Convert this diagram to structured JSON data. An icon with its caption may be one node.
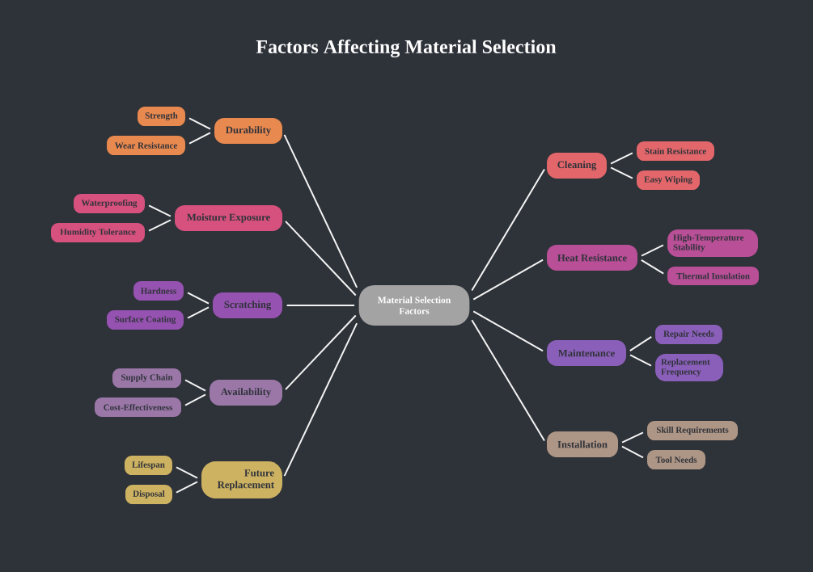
{
  "diagram": {
    "title": "Factors Affecting Material Selection",
    "nodes": [
      {
        "text": [
          "Material Selection Factors"
        ]
      },
      {
        "text": [
          "Durability"
        ]
      },
      {
        "text": [
          "Strength"
        ]
      },
      {
        "text": [
          "Wear Resistance"
        ]
      },
      {
        "text": [
          "Moisture Exposure"
        ]
      },
      {
        "text": [
          "Waterproofing"
        ]
      },
      {
        "text": [
          "Humidity Tolerance"
        ]
      },
      {
        "text": [
          "Scratching"
        ]
      },
      {
        "text": [
          "Hardness"
        ]
      },
      {
        "text": [
          "Surface Coating"
        ]
      },
      {
        "text": [
          "Availability"
        ]
      },
      {
        "text": [
          "Supply Chain"
        ]
      },
      {
        "text": [
          "Cost-Effectiveness"
        ]
      },
      {
        "text": [
          "Future Replacement"
        ]
      },
      {
        "text": [
          "Lifespan"
        ]
      },
      {
        "text": [
          "Disposal"
        ]
      },
      {
        "text": [
          "Cleaning"
        ]
      },
      {
        "text": [
          "Stain Resistance"
        ]
      },
      {
        "text": [
          "Easy Wiping"
        ]
      },
      {
        "text": [
          "Heat Resistance"
        ]
      },
      {
        "text": [
          "High-Temperature Stability"
        ]
      },
      {
        "text": [
          "Thermal Insulation"
        ]
      },
      {
        "text": [
          "Maintenance"
        ]
      },
      {
        "text": [
          "Repair Needs"
        ]
      },
      {
        "text": [
          "Replacement Frequency"
        ]
      },
      {
        "text": [
          "Installation"
        ]
      },
      {
        "text": [
          "Skill Requirements"
        ]
      },
      {
        "text": [
          "Tool Needs"
        ]
      }
    ],
    "edges": [
      {
        "from": 0,
        "to": 1,
        "arrow": "none"
      },
      {
        "from": 1,
        "to": 2,
        "arrow": "none"
      },
      {
        "from": 1,
        "to": 3,
        "arrow": "none"
      },
      {
        "from": 0,
        "to": 4,
        "arrow": "none"
      },
      {
        "from": 4,
        "to": 5,
        "arrow": "none"
      },
      {
        "from": 4,
        "to": 6,
        "arrow": "none"
      },
      {
        "from": 0,
        "to": 7,
        "arrow": "none"
      },
      {
        "from": 7,
        "to": 8,
        "arrow": "none"
      },
      {
        "from": 7,
        "to": 9,
        "arrow": "none"
      },
      {
        "from": 0,
        "to": 10,
        "arrow": "none"
      },
      {
        "from": 10,
        "to": 11,
        "arrow": "none"
      },
      {
        "from": 10,
        "to": 12,
        "arrow": "none"
      },
      {
        "from": 0,
        "to": 13,
        "arrow": "none"
      },
      {
        "from": 13,
        "to": 14,
        "arrow": "none"
      },
      {
        "from": 13,
        "to": 15,
        "arrow": "none"
      },
      {
        "from": 0,
        "to": 16,
        "arrow": "none"
      },
      {
        "from": 16,
        "to": 17,
        "arrow": "none"
      },
      {
        "from": 16,
        "to": 18,
        "arrow": "none"
      },
      {
        "from": 0,
        "to": 19,
        "arrow": "none"
      },
      {
        "from": 19,
        "to": 20,
        "arrow": "none"
      },
      {
        "from": 19,
        "to": 21,
        "arrow": "none"
      },
      {
        "from": 0,
        "to": 22,
        "arrow": "none"
      },
      {
        "from": 22,
        "to": 23,
        "arrow": "none"
      },
      {
        "from": 22,
        "to": 24,
        "arrow": "none"
      },
      {
        "from": 0,
        "to": 25,
        "arrow": "none"
      },
      {
        "from": 25,
        "to": 26,
        "arrow": "none"
      },
      {
        "from": 25,
        "to": 27,
        "arrow": "none"
      }
    ]
  }
}
